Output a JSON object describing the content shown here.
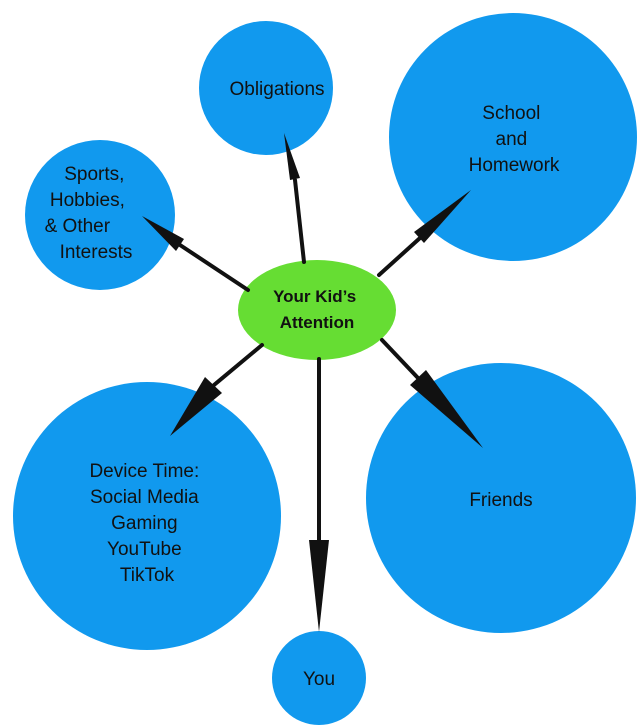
{
  "colors": {
    "node": "#1199ee",
    "center": "#66dd33",
    "arrow": "#111111"
  },
  "center": {
    "lines": [
      "Your Kid’s",
      "Attention"
    ]
  },
  "nodes": [
    {
      "id": "obligations",
      "lines": [
        "Obligations"
      ]
    },
    {
      "id": "school",
      "lines": [
        "School",
        "and",
        "Homework"
      ]
    },
    {
      "id": "sports",
      "lines": [
        "Sports,",
        "Hobbies,",
        "& Other",
        "Interests"
      ]
    },
    {
      "id": "friends",
      "lines": [
        "Friends"
      ]
    },
    {
      "id": "device",
      "lines": [
        "Device Time:",
        "Social Media",
        "Gaming",
        "YouTube",
        "TikTok"
      ]
    },
    {
      "id": "you",
      "lines": [
        "You"
      ]
    }
  ]
}
